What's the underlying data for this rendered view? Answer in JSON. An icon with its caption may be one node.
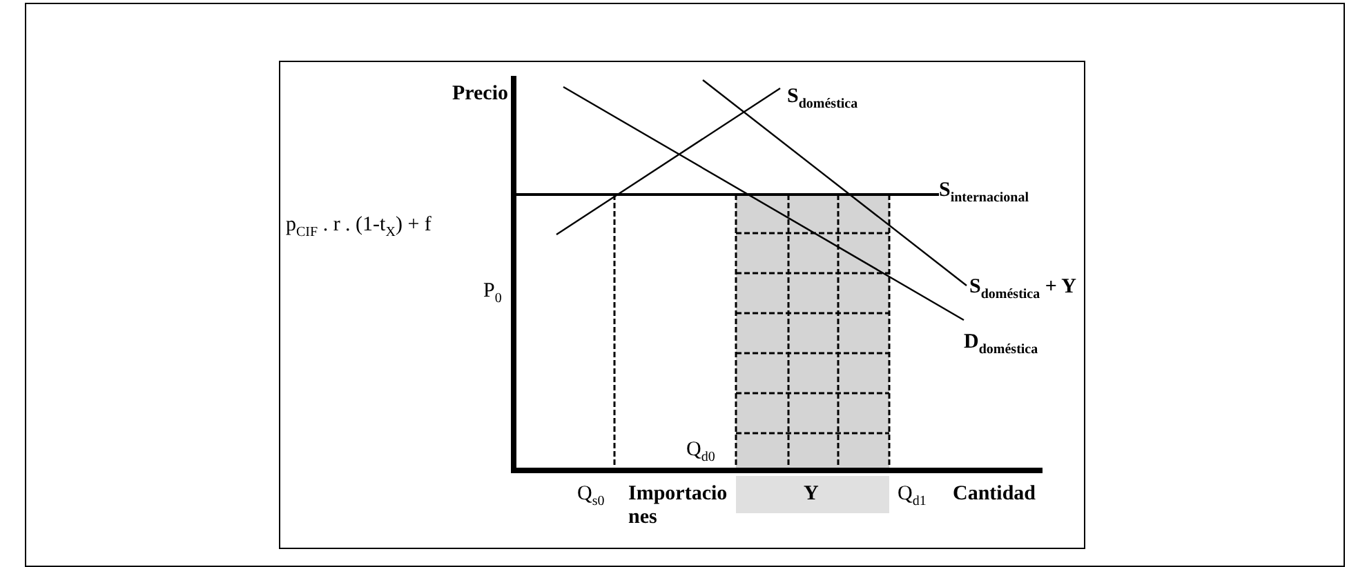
{
  "diagram": {
    "labels": [
      "Precio",
      "S$_{doméstica}$",
      "S$_{internacional}$",
      "p$_{CIF}$ . r . (1-t$_{X}$) + f",
      "P$_{0}$",
      "S$_{doméstica}$ + Y",
      "D$_{doméstica}$",
      "Q$_{d0}$",
      "Q$_{s0}$",
      "Importaciones",
      "Y",
      "Q$_{d1}$",
      "Cantidad"
    ]
  }
}
